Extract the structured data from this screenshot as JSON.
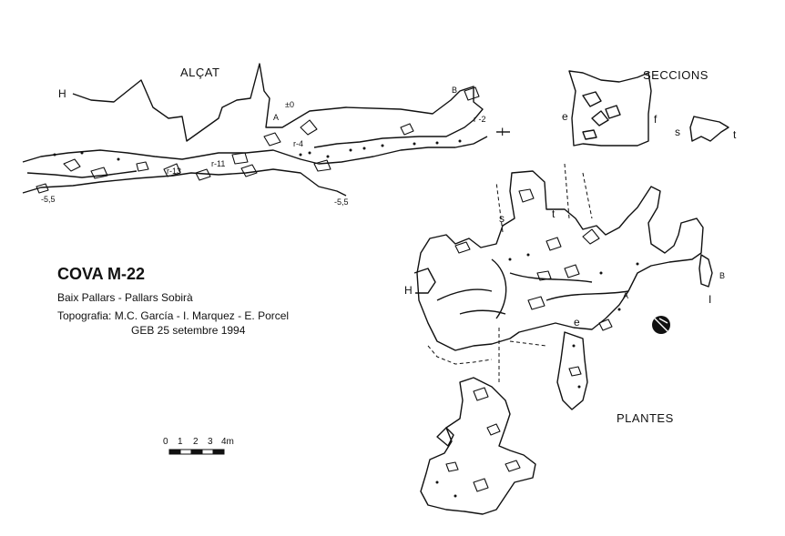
{
  "labels": {
    "alcat": "ALÇAT",
    "seccions": "SECCIONS",
    "plantes": "PLANTES"
  },
  "title": {
    "name": "COVA M-22",
    "region": "Baix Pallars - Pallars Sobirà",
    "topography": "Topografia: M.C. García - I. Marquez - E. Porcel",
    "date": "GEB  25 setembre 1994"
  },
  "markers": {
    "H": "H",
    "I": "I",
    "A": "A",
    "B": "B",
    "e": "e",
    "f": "f",
    "s": "s",
    "t": "t",
    "depth_left": "-5,5",
    "depth_right": "-5,5",
    "zero": "±0",
    "r2": "r -2",
    "r11": "r-11",
    "r13": "r-13",
    "r4": "r-4"
  },
  "scale": {
    "ticks": [
      "0",
      "1",
      "2",
      "3",
      "4m"
    ]
  },
  "colors": {
    "ink": "#111111",
    "background": "#ffffff"
  },
  "icons": [
    "north-arrow-icon"
  ]
}
